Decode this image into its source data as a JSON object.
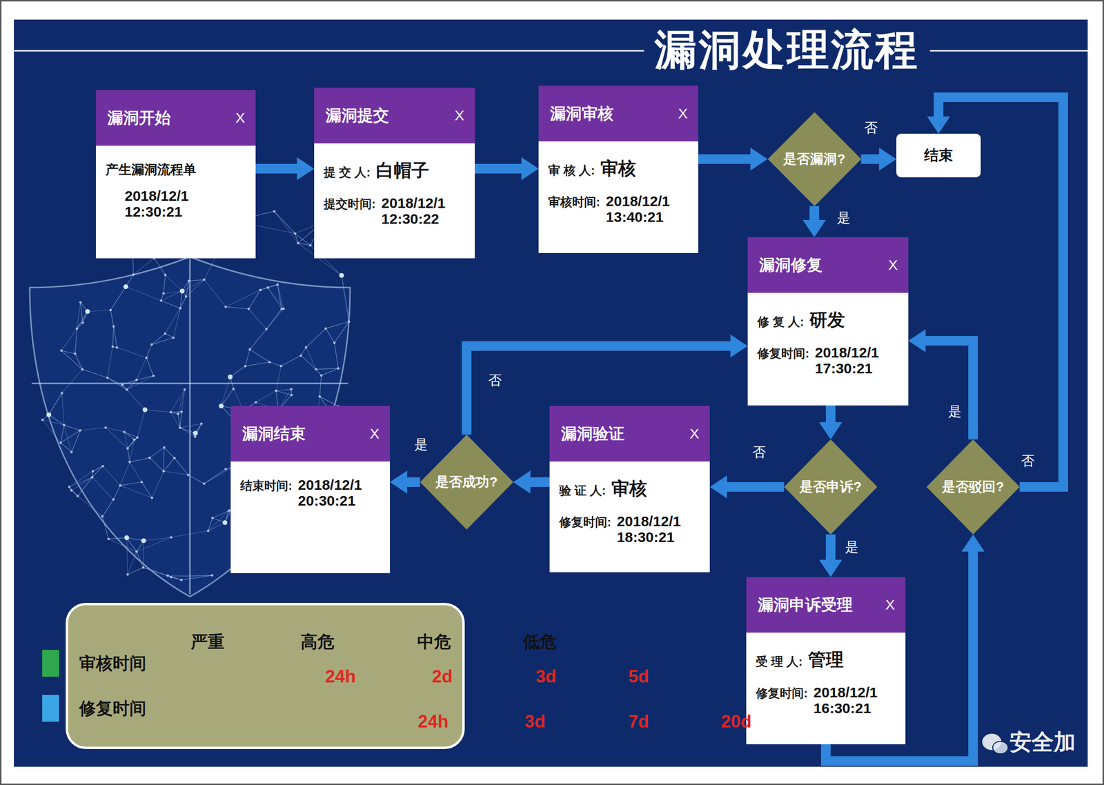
{
  "diagram": {
    "title": "漏洞处理流程",
    "nodes": [
      {
        "text": [
          "漏洞开始",
          "X",
          "产生漏洞流程单",
          "2018/12/1 12:30:21"
        ]
      },
      {
        "text": [
          "漏洞提交",
          "X",
          "提 交 人:",
          "白帽子",
          "提交时间:",
          "2018/12/1 12:30:22"
        ]
      },
      {
        "text": [
          "漏洞审核",
          "X",
          "审 核 人:",
          "审核",
          "审核时间:",
          "2018/12/1 13:40:21"
        ]
      },
      {
        "text": [
          "是否漏洞?"
        ]
      },
      {
        "text": [
          "结束"
        ]
      },
      {
        "text": [
          "漏洞修复",
          "X",
          "修 复 人:",
          "研发",
          "修复时间:",
          "2018/12/1 17:30:21"
        ]
      },
      {
        "text": [
          "漏洞结束",
          "X",
          "结束时间:",
          "2018/12/1 20:30:21"
        ]
      },
      {
        "text": [
          "是否成功?"
        ]
      },
      {
        "text": [
          "漏洞验证",
          "X",
          "验 证 人:",
          "审核",
          "修复时间:",
          "2018/12/1 18:30:21"
        ]
      },
      {
        "text": [
          "是否申诉?"
        ]
      },
      {
        "text": [
          "是否驳回?"
        ]
      },
      {
        "text": [
          "漏洞申诉受理",
          "X",
          "受 理 人:",
          "管理",
          "修复时间:",
          "2018/12/1 16:30:21"
        ]
      },
      {
        "text": [
          "严重",
          "高危",
          "中危",
          "低危",
          "24h",
          "2d",
          "3d",
          "5d",
          "24h",
          "3d",
          "7d",
          "20d"
        ]
      }
    ],
    "edges": [
      {
        "from": 0,
        "to": 1,
        "arrow": "to"
      },
      {
        "from": 1,
        "to": 2,
        "arrow": "to"
      },
      {
        "from": 2,
        "to": 3,
        "arrow": "to"
      },
      {
        "from": 3,
        "to": 4,
        "label": "否",
        "arrow": "to"
      },
      {
        "from": 3,
        "to": 5,
        "label": "是",
        "arrow": "to"
      },
      {
        "from": 5,
        "to": 9,
        "arrow": "to"
      },
      {
        "from": 9,
        "to": 8,
        "label": "否",
        "arrow": "to"
      },
      {
        "from": 9,
        "to": 11,
        "label": "是",
        "arrow": "to"
      },
      {
        "from": 8,
        "to": 7,
        "arrow": "to"
      },
      {
        "from": 7,
        "to": 6,
        "label": "是",
        "arrow": "to"
      },
      {
        "from": 7,
        "to": 5,
        "label": "否",
        "arrow": "to"
      },
      {
        "from": 11,
        "to": 10,
        "arrow": "to"
      },
      {
        "from": 10,
        "to": 5,
        "label": "是",
        "arrow": "to"
      },
      {
        "from": 10,
        "to": 4,
        "label": "否",
        "arrow": "to"
      }
    ],
    "labels": [
      "安全加"
    ],
    "legend": [
      {
        "text": "审核时间",
        "color": "#2fa84f"
      },
      {
        "text": "修复时间",
        "color": "#3aa6e6"
      }
    ]
  }
}
